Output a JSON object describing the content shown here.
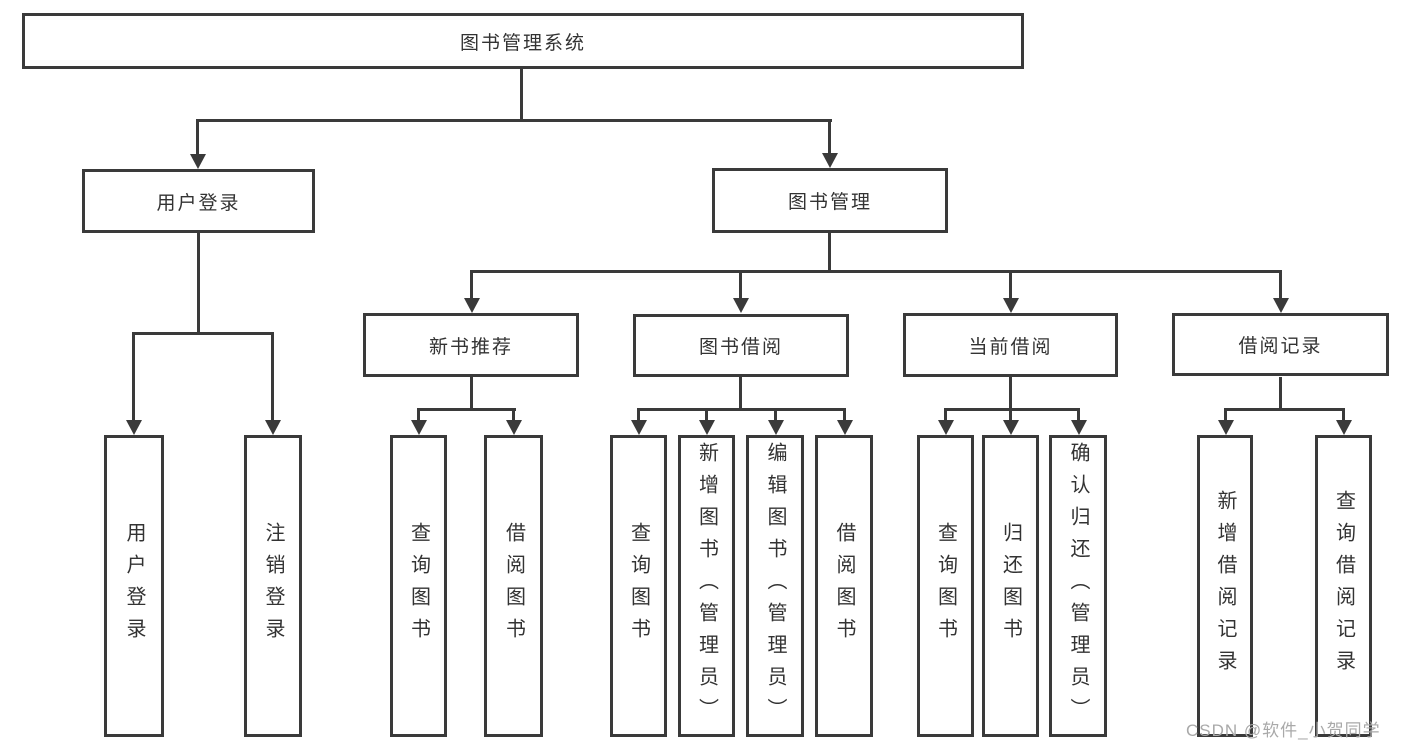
{
  "diagram": {
    "title": "图书管理系统",
    "watermark": "CSDN @软件_小贺同学",
    "colors": {
      "line": "#3a3a3a",
      "text": "#333333",
      "background": "#ffffff",
      "watermark": "#a9a9a9"
    },
    "nodes": {
      "root": "图书管理系统",
      "user_login": "用户登录",
      "book_mgmt": "图书管理",
      "new_book_rec": "新书推荐",
      "book_borrow": "图书借阅",
      "current_borrow": "当前借阅",
      "borrow_record": "借阅记录",
      "leaf_user_login": "用户登录",
      "leaf_logout": "注销登录",
      "leaf_query_book_rec": "查询图书",
      "leaf_borrow_book_rec": "借阅图书",
      "leaf_query_book_borrow": "查询图书",
      "leaf_add_book": "新增图书（管理员）",
      "leaf_edit_book": "编辑图书（管理员）",
      "leaf_borrow_book_borrow": "借阅图书",
      "leaf_query_book_current": "查询图书",
      "leaf_return_book": "归还图书",
      "leaf_confirm_return": "确认归还（管理员）",
      "leaf_add_borrow_record": "新增借阅记录",
      "leaf_query_borrow_record": "查询借阅记录"
    },
    "hierarchy": {
      "图书管理系统": {
        "用户登录": [
          "用户登录",
          "注销登录"
        ],
        "图书管理": {
          "新书推荐": [
            "查询图书",
            "借阅图书"
          ],
          "图书借阅": [
            "查询图书",
            "新增图书（管理员）",
            "编辑图书（管理员）",
            "借阅图书"
          ],
          "当前借阅": [
            "查询图书",
            "归还图书",
            "确认归还（管理员）"
          ],
          "借阅记录": [
            "新增借阅记录",
            "查询借阅记录"
          ]
        }
      }
    }
  }
}
